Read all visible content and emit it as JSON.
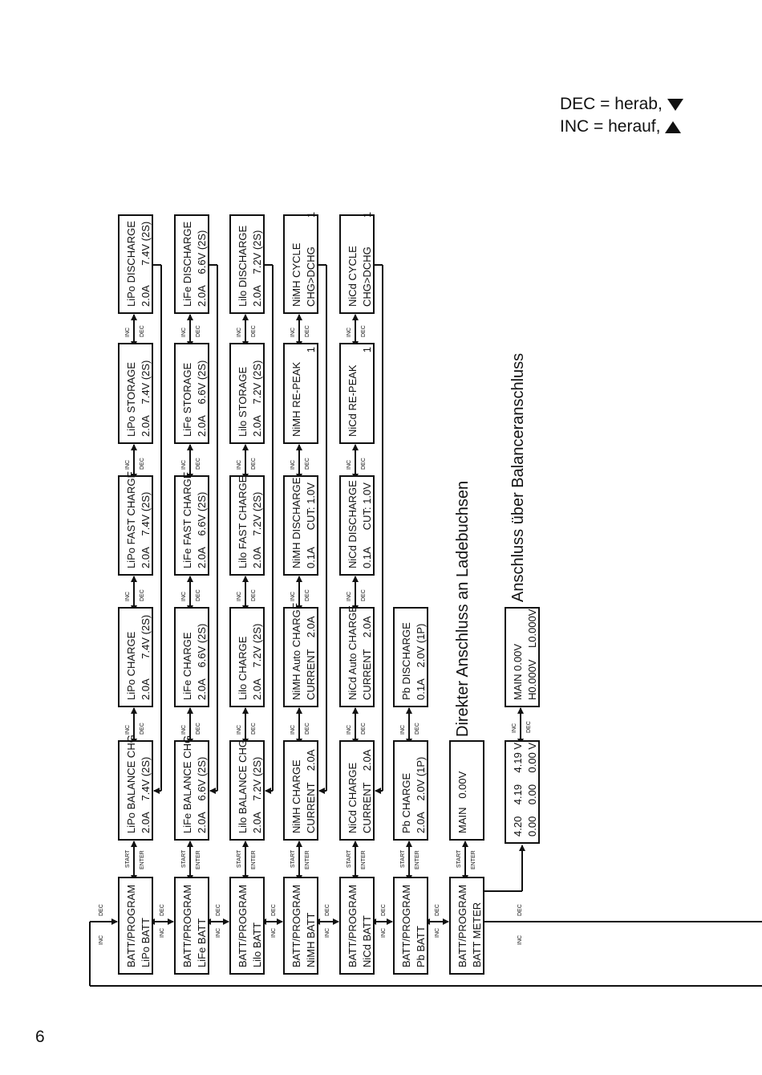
{
  "legend": {
    "dec": "DEC = herab,",
    "inc": "INC = herauf,"
  },
  "page_number": "6",
  "captions": {
    "direct": "Direkter Anschluss an Ladebuchsen",
    "balancer": "Anschluss über Balanceranschluss"
  },
  "labels": {
    "inc": "INC",
    "dec": "DEC",
    "start": "START",
    "enter": "ENTER"
  },
  "rows": [
    {
      "program": [
        "BATT/PROGRAM",
        "LiPo BATT"
      ],
      "screens": [
        [
          "LiPo BALANCE CHG",
          "2.0A    7.4V (2S)"
        ],
        [
          "LiPo CHARGE",
          "2.0A       7.4V (2S)"
        ],
        [
          "LiPo FAST CHARGE",
          "2.0A    7.4V (2S)"
        ],
        [
          "LiPo STORAGE",
          "2.0A    7.4V (2S)"
        ],
        [
          "LiPo DISCHARGE",
          "2.0A       7.4V (2S)"
        ]
      ]
    },
    {
      "program": [
        "BATT/PROGRAM",
        "LiFe BATT"
      ],
      "screens": [
        [
          "LiFe BALANCE CHG",
          "2.0A    6.6V (2S)"
        ],
        [
          "LiFe CHARGE",
          "2.0A    6.6V (2S)"
        ],
        [
          "LiFe FAST CHARGE",
          "2.0A    6.6V (2S)"
        ],
        [
          "LiFe STORAGE",
          "2.0A    6.6V (2S)"
        ],
        [
          "LiFe DISCHARGE",
          "2.0A    6.6V (2S)"
        ]
      ]
    },
    {
      "program": [
        "BATT/PROGRAM",
        "Lilo BATT"
      ],
      "screens": [
        [
          "Lilo BALANCE CHG",
          "2.0A    7.2V (2S)"
        ],
        [
          "Lilo CHARGE",
          "2.0A    7.2V (2S)"
        ],
        [
          "Lilo FAST CHARGE",
          "2.0A    7.2V (2S)"
        ],
        [
          "Lilo STORAGE",
          "2.0A    7.2V (2S)"
        ],
        [
          "Lilo DISCHARGE",
          "2.0A    7.2V (2S)"
        ]
      ]
    },
    {
      "program": [
        "BATT/PROGRAM",
        "NiMH BATT"
      ],
      "screens": [
        [
          "NiMH CHARGE",
          "CURRENT    2.0A"
        ],
        [
          "NiMH Auto CHARGE",
          "CURRENT    2.0A"
        ],
        [
          "NiMH DISCHARGE",
          "0.1A      CUT: 1.0V"
        ],
        [
          "NiMH RE-PEAK",
          "                             1"
        ],
        [
          "NiMH CYCLE",
          "CHG>DCHG          1"
        ]
      ]
    },
    {
      "program": [
        "BATT/PROGRAM",
        "NiCd BATT"
      ],
      "screens": [
        [
          "NiCd CHARGE",
          "CURRENT    2.0A"
        ],
        [
          "NiCd Auto CHARGE",
          "CURRENT    2.0A"
        ],
        [
          "NiCd DISCHARGE",
          "0.1A      CUT: 1.0V"
        ],
        [
          "NiCd RE-PEAK",
          "                             1"
        ],
        [
          "NiCd CYCLE",
          "CHG>DCHG          1"
        ]
      ]
    },
    {
      "program": [
        "BATT/PROGRAM",
        "Pb BATT"
      ],
      "screens": [
        [
          "Pb CHARGE",
          "2.0A    2.0V (1P)"
        ],
        [
          "Pb DISCHARGE",
          "0.1A    2.0V (1P)"
        ]
      ]
    },
    {
      "program": [
        "BATT/PROGRAM",
        "BATT METER"
      ],
      "screens": [
        [
          "MAIN   0.00V",
          ""
        ]
      ]
    }
  ],
  "meter_balancer": {
    "cells": [
      "4.20    4.19    4.19 V",
      "0.00    0.00    0.00 V"
    ],
    "main": [
      "MAIN 0.00V",
      "H0.000V    L0.000V"
    ]
  }
}
